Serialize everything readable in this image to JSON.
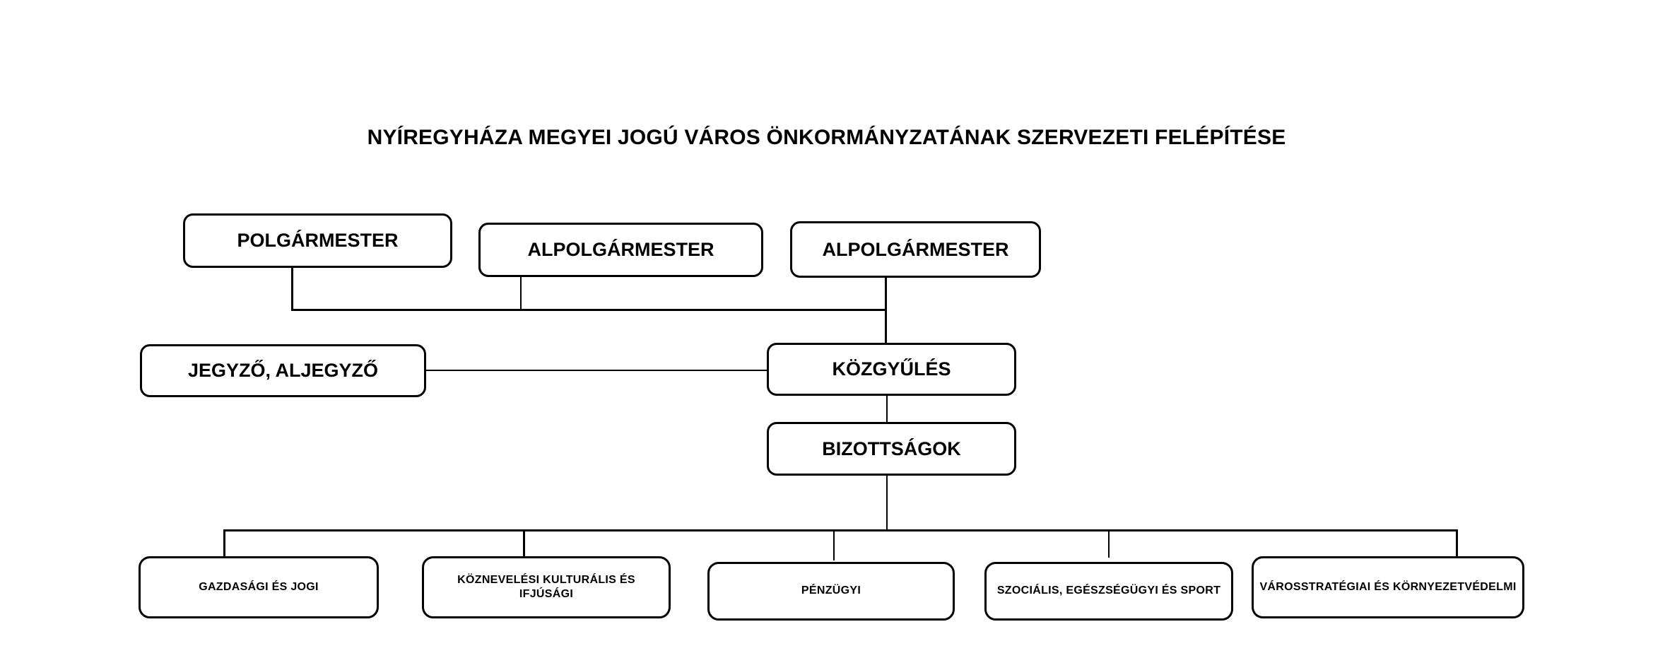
{
  "chart": {
    "title": "NYÍREGYHÁZA MEGYEI JOGÚ VÁROS ÖNKORMÁNYZATÁNAK SZERVEZETI FELÉPÍTÉSE",
    "type": "org-chart",
    "colors": {
      "background": "#ffffff",
      "border": "#000000",
      "text": "#000000",
      "connector": "#000000"
    },
    "levels": [
      {
        "level": 1,
        "nodes": [
          {
            "id": "polgarmester",
            "label": "POLGÁRMESTER"
          },
          {
            "id": "alpolgarmester-1",
            "label": "ALPOLGÁRMESTER"
          },
          {
            "id": "alpolgarmester-2",
            "label": "ALPOLGÁRMESTER"
          }
        ]
      },
      {
        "level": 2,
        "nodes": [
          {
            "id": "jegyzo",
            "label": "JEGYZŐ, ALJEGYZŐ"
          },
          {
            "id": "kozgyules",
            "label": "KÖZGYŰLÉS"
          }
        ]
      },
      {
        "level": 3,
        "nodes": [
          {
            "id": "bizottsagok",
            "label": "BIZOTTSÁGOK"
          }
        ]
      },
      {
        "level": 4,
        "nodes": [
          {
            "id": "gazdasagi-es-jogi",
            "label": "GAZDASÁGI ÉS JOGI"
          },
          {
            "id": "koznevelesi-kulturalis-es-ifjusagi",
            "label": "KÖZNEVELÉSI KULTURÁLIS ÉS IFJÚSÁGI"
          },
          {
            "id": "penzugyi",
            "label": "PÉNZÜGYI"
          },
          {
            "id": "szocialis-egeszsegugyi-es-sport",
            "label": "SZOCIÁLIS, EGÉSZSÉGÜGYI ÉS SPORT"
          },
          {
            "id": "varosstrategiai-es-kornyezetvedelmi",
            "label": "VÁROSSTRATÉGIAI ÉS KÖRNYEZETVÉDELMI"
          }
        ]
      }
    ]
  }
}
